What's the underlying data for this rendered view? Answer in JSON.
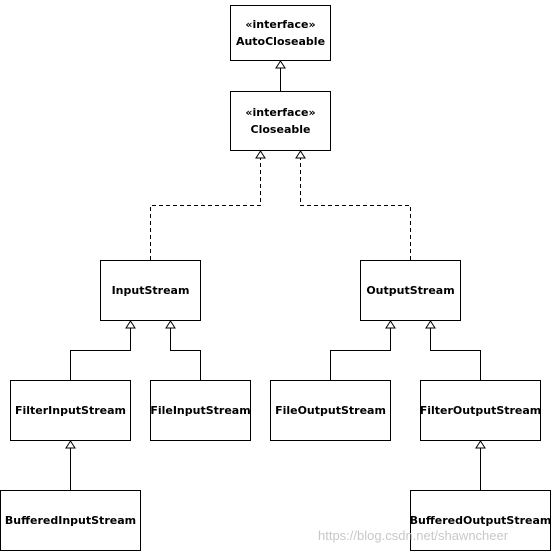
{
  "diagram": {
    "nodes": {
      "autocloseable": {
        "stereotype": "«interface»",
        "name": "AutoCloseable"
      },
      "closeable": {
        "stereotype": "«interface»",
        "name": "Closeable"
      },
      "inputstream": {
        "name": "InputStream"
      },
      "outputstream": {
        "name": "OutputStream"
      },
      "filterinputstream": {
        "name": "FilterInputStream"
      },
      "fileinputstream": {
        "name": "FileInputStream"
      },
      "fileoutputstream": {
        "name": "FileOutputStream"
      },
      "filteroutputstream": {
        "name": "FilterOutputStream"
      },
      "bufferedinputstream": {
        "name": "BufferedInputStream"
      },
      "bufferedoutputstream": {
        "name": "BufferedOutputStream"
      }
    },
    "edges": [
      {
        "from": "closeable",
        "to": "autocloseable",
        "kind": "generalization"
      },
      {
        "from": "inputstream",
        "to": "closeable",
        "kind": "realization"
      },
      {
        "from": "outputstream",
        "to": "closeable",
        "kind": "realization"
      },
      {
        "from": "filterinputstream",
        "to": "inputstream",
        "kind": "generalization"
      },
      {
        "from": "fileinputstream",
        "to": "inputstream",
        "kind": "generalization"
      },
      {
        "from": "fileoutputstream",
        "to": "outputstream",
        "kind": "generalization"
      },
      {
        "from": "filteroutputstream",
        "to": "outputstream",
        "kind": "generalization"
      },
      {
        "from": "bufferedinputstream",
        "to": "filterinputstream",
        "kind": "generalization"
      },
      {
        "from": "bufferedoutputstream",
        "to": "filteroutputstream",
        "kind": "generalization"
      }
    ]
  },
  "watermark": "https://blog.csdn.net/shawncheer"
}
